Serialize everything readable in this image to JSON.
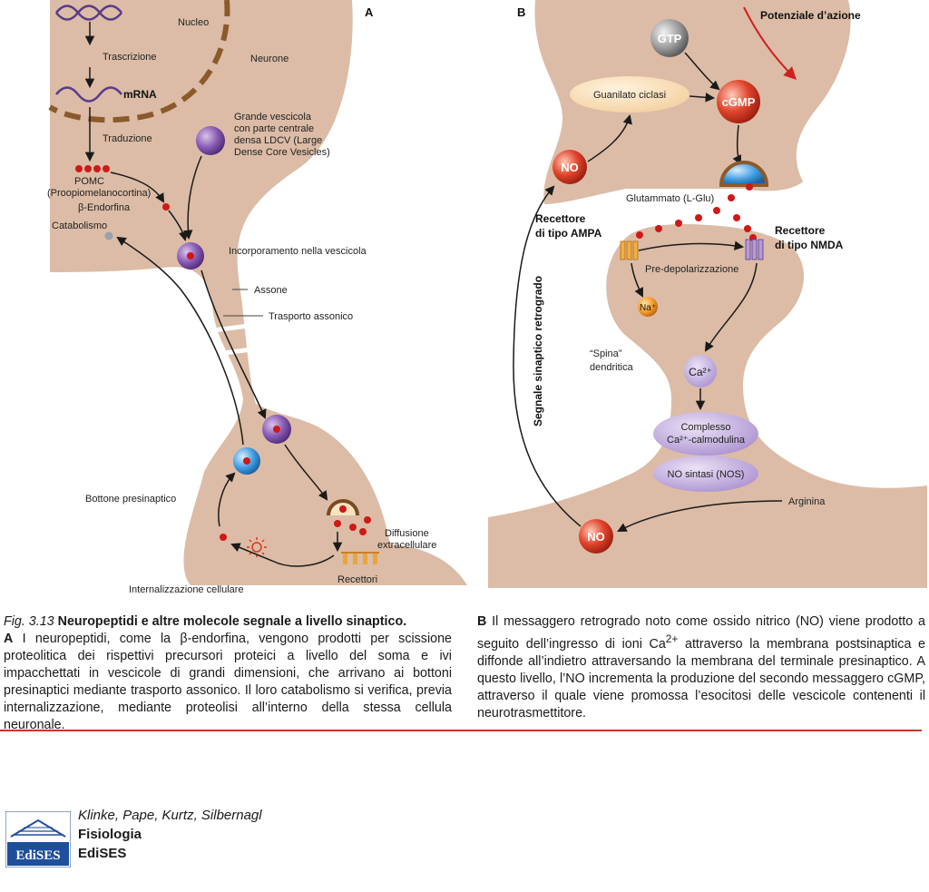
{
  "panel_a": {
    "letter": "A",
    "nucleo": "Nucleo",
    "neurone": "Neurone",
    "trascrizione": "Trascrizione",
    "mrna": "mRNA",
    "traduzione": "Traduzione",
    "pomc": "POMC",
    "pomc_full": "(Proopiomelanocortina)",
    "beta_endorfina": "β-Endorfina",
    "catabolismo": "Catabolismo",
    "vescicola_line1": "Grande vescicola",
    "vescicola_line2": "con parte centrale",
    "vescicola_line3": "densa LDCV (Large",
    "vescicola_line4": "Dense Core Vesicles)",
    "incorporamento": "Incorporamento nella vescicola",
    "assone": "Assone",
    "trasporto": "Trasporto assonico",
    "bottone": "Bottone presinaptico",
    "diffusione_line1": "Diffusione",
    "diffusione_line2": "extracellulare",
    "recettori": "Recettori",
    "internalizzazione": "Internalizzazione cellulare"
  },
  "panel_b": {
    "letter": "B",
    "potenziale": "Potenziale d’azione",
    "gtp": "GTP",
    "guanilato": "Guanilato ciclasi",
    "cgmp": "cGMP",
    "no": "NO",
    "glutammato": "Glutammato (L-Glu)",
    "ampa_line1": "Recettore",
    "ampa_line2": "di tipo AMPA",
    "nmda_line1": "Recettore",
    "nmda_line2": "di tipo NMDA",
    "predepolarizzazione": "Pre-depolarizzazione",
    "na": "Na⁺",
    "spina_line1": "“Spina”",
    "spina_line2": "dendritica",
    "ca": "Ca²⁺",
    "segnale": "Segnale sinaptico retrogrado",
    "complesso_line1": "Complesso",
    "complesso_line2": "Ca²⁺-calmodulina",
    "nos": "NO sintasi (NOS)",
    "arginina": "Arginina",
    "no_bottom": "NO"
  },
  "caption": {
    "fig_num": "Fig. 3.13",
    "fig_title": "Neuropeptidi e altre molecole segnale a livello sinaptico.",
    "a_letter": "A",
    "a_text": "I neuropeptidi, come la β-endorfina, vengono prodotti per scissione proteolitica dei rispettivi precursori proteici a livello del soma e ivi impacchettati in vescicole di grandi dimensioni, che arrivano ai bottoni presinaptici mediante trasporto assonico. Il loro catabolismo si verifica, previa internalizzazione, mediante proteolisi all’interno della stessa cellula neuronale.",
    "b_letter": "B",
    "b_text_1": "Il messaggero retrogrado noto come ossido nitrico (NO) viene prodotto a seguito dell’ingresso di ioni Ca",
    "b_sup": "2+",
    "b_text_2": " attraverso la membrana postsinaptica e diffonde all’indietro attraversando la membrana del terminale presinaptico. A questo livello, l’NO incrementa la produzione del secondo messaggero cGMP, attraverso il quale viene promossa l’esocitosi delle vescicole contenenti il neurotrasmettitore."
  },
  "footer": {
    "logo_text": "EdiSES",
    "authors": "Klinke, Pape, Kurtz, Silbernagl",
    "book": "Fisiologia",
    "publisher": "EdiSES"
  },
  "colors": {
    "cell": "#dcbca6",
    "accent_red": "#c0392b",
    "nucleus_border": "#8b5a2b",
    "vesicle_purple": "#7a4fa0",
    "vesicle_blue": "#3d9be0",
    "logo_blue": "#1f4e9b"
  }
}
